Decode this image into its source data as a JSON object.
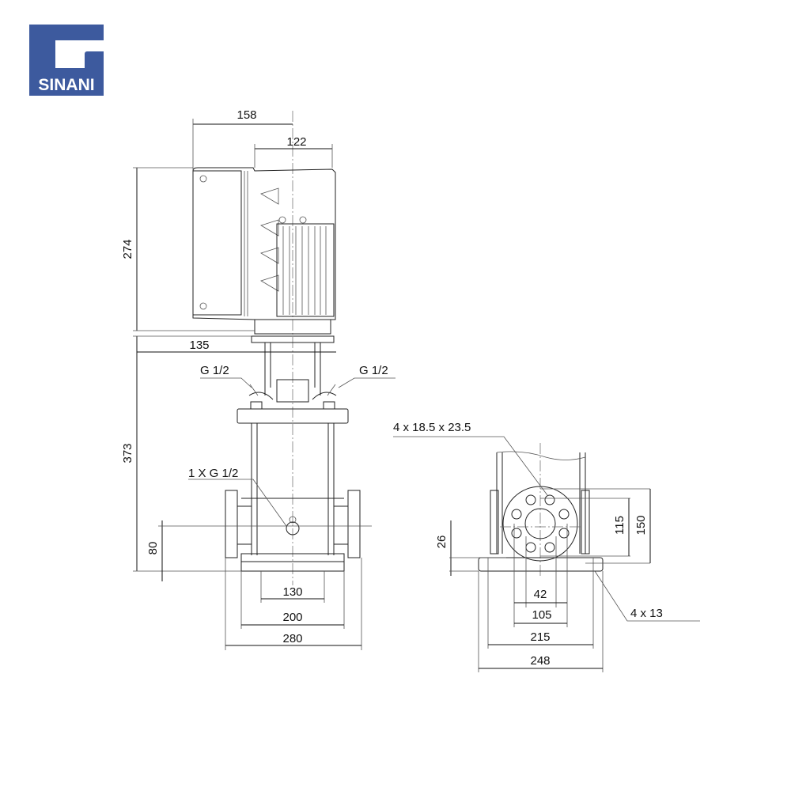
{
  "logo": {
    "text": "SINANI",
    "color": "#3d5a9e"
  },
  "side_view": {
    "dims": {
      "width_motor": "158",
      "width_motor_body": "122",
      "height_motor": "274",
      "height_pump": "373",
      "width_coupling": "135",
      "port_height": "80",
      "base_inner": "130",
      "base_mid": "200",
      "port_to_port": "280"
    },
    "labels": {
      "vent_left": "G 1/2",
      "vent_right": "G 1/2",
      "drain": "1 X G 1/2"
    }
  },
  "front_view": {
    "dims": {
      "flange_holes": "4 x 18.5 x 23.5",
      "base_holes": "4  x 13",
      "flange_inner_h": "115",
      "flange_outer_h": "150",
      "base_height": "26",
      "flange_small": "42",
      "flange_pcd": "105",
      "base_holes_spacing": "215",
      "base_width": "248"
    }
  }
}
